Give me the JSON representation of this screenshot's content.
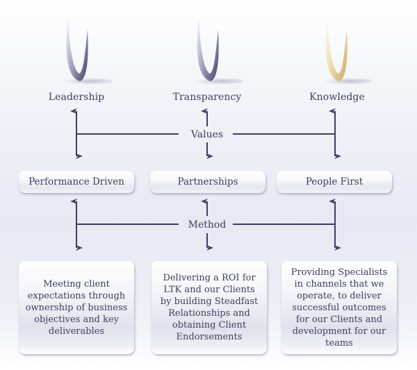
{
  "values": {
    "label": "Values",
    "items": [
      {
        "name": "Leadership",
        "color": "#4b4c73"
      },
      {
        "name": "Transparency",
        "color": "#4b4c73"
      },
      {
        "name": "Knowledge",
        "color": "#d9bf7f"
      }
    ]
  },
  "method": {
    "label": "Method"
  },
  "pillars": [
    {
      "label": "Performance Driven"
    },
    {
      "label": "Partnerships"
    },
    {
      "label": "People First"
    }
  ],
  "descriptions": [
    {
      "text": "Meeting client expectations through ownership of business objectives and key deliverables"
    },
    {
      "text": "Delivering a ROI for LTK and our Clients by building Steadfast Relationships and obtaining Client Endorsements"
    },
    {
      "text": "Providing Specialists in channels that we operate, to deliver successful outcomes for our Clients and development for our teams"
    }
  ],
  "colors": {
    "line": "#3c3d5e",
    "text": "#3c3d5e",
    "glyph_dark": "#4b4c73",
    "glyph_gold": "#d9bf7f"
  }
}
